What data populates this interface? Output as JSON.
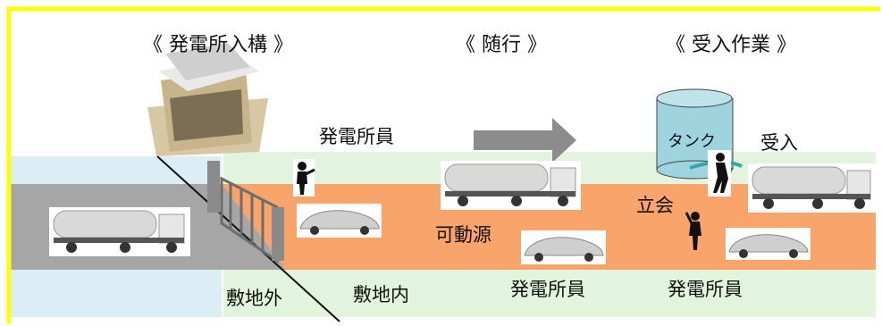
{
  "headers": {
    "entry": "《 発電所入構 》",
    "escort": "《 随行 》",
    "receive": "《 受入作業 》"
  },
  "labels": {
    "staff_top": "発電所員",
    "receive": "受入",
    "tank": "タンク",
    "witness": "立会",
    "movable_source": "可動源",
    "outside": "敷地外",
    "inside": "敷地内",
    "staff_bottom_1": "発電所員",
    "staff_bottom_2": "発電所員"
  },
  "colors": {
    "border": "#ffff00",
    "site_road": "#f9a46a",
    "outside_road": "#a6a6a6",
    "outside_area": "#dbeef5",
    "inside_area": "#e3f4de",
    "tank": "#9fd4df",
    "arrow": "#8c8c8c",
    "hose": "#31a6b0"
  }
}
